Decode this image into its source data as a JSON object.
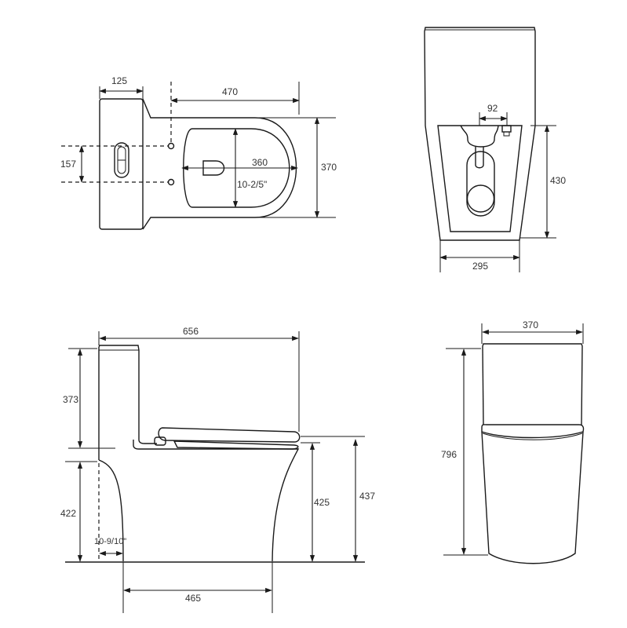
{
  "diagram": {
    "subject": "One-piece toilet dimension drawing",
    "line_color": "#1a1a1a",
    "text_color": "#333333",
    "views": {
      "top_view": {
        "labels": {
          "tank_depth": "125",
          "bowl_length": "470",
          "hole_spacing": "157",
          "seat_opening_length": "360",
          "seat_opening_width": "10-2/5\"",
          "overall_width": "370"
        }
      },
      "rear_view": {
        "labels": {
          "inlet_offset": "92",
          "base_height": "430",
          "base_width": "295"
        }
      },
      "side_view": {
        "labels": {
          "overall_length": "656",
          "tank_height": "373",
          "lower_height": "422",
          "rough_in": "10-9/10\"",
          "footprint_length": "465",
          "bowl_rim_height": "425",
          "seat_height": "437"
        }
      },
      "front_view": {
        "labels": {
          "tank_width": "370",
          "total_height": "796"
        }
      }
    }
  }
}
